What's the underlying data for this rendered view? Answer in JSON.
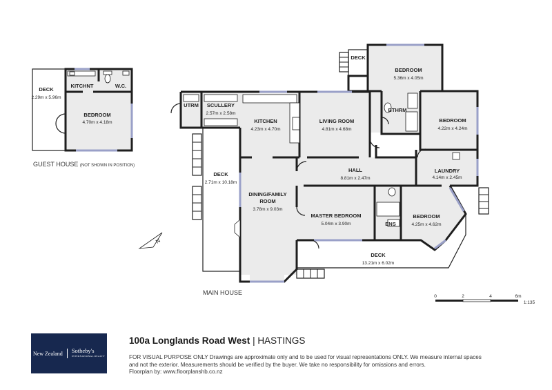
{
  "rooms": {
    "guest_deck": {
      "name": "DECK",
      "dim": "2.29m x 5.96m"
    },
    "guest_kitchnt": {
      "name": "KITCHNT"
    },
    "guest_wc": {
      "name": "W.C."
    },
    "guest_bedroom": {
      "name": "BEDROOM",
      "dim": "4.70m x 4.18m"
    },
    "utrm": {
      "name": "UTRM"
    },
    "scullery": {
      "name": "SCULLERY",
      "dim": "2.57m x 2.58m"
    },
    "kitchen": {
      "name": "KITCHEN",
      "dim": "4.23m x 4.70m"
    },
    "living": {
      "name": "LIVING ROOM",
      "dim": "4.81m x 4.68m"
    },
    "top_deck": {
      "name": "DECK"
    },
    "bedroom_top": {
      "name": "BEDROOM",
      "dim": "5.36m x 4.05m"
    },
    "bthrm": {
      "name": "BTHRM"
    },
    "bedroom_right": {
      "name": "BEDROOM",
      "dim": "4.22m x 4.24m"
    },
    "laundry": {
      "name": "LAUNDRY",
      "dim": "4.14m x 2.45m"
    },
    "hall": {
      "name": "HALL",
      "dim": "8.81m x 2.47m"
    },
    "deck_left": {
      "name": "DECK",
      "dim": "2.71m x 10.18m"
    },
    "dining_line1": {
      "name": "DINING/FAMILY"
    },
    "dining_line2": {
      "name": "ROOM",
      "dim": "3.78m x 9.03m"
    },
    "master": {
      "name": "MASTER BEDROOM",
      "dim": "5.04m x 3.90m"
    },
    "ens": {
      "name": "ENS"
    },
    "bedroom_bottom": {
      "name": "BEDROOM",
      "dim": "4.25m x 4.62m"
    },
    "deck_bottom": {
      "name": "DECK",
      "dim": "13.21m x 6.02m"
    }
  },
  "captions": {
    "guest_house": "GUEST HOUSE",
    "guest_note": "(NOT SHOWN IN POSITION)",
    "main_house": "MAIN HOUSE"
  },
  "scale": {
    "ticks": [
      "0",
      "2",
      "4",
      "6m"
    ],
    "ratio": "1:135"
  },
  "compass": {
    "label": "N"
  },
  "logo": {
    "region": "New Zealand",
    "brand": "Sotheby's",
    "sub": "INTERNATIONAL REALTY"
  },
  "address": {
    "street": "100a Longlands Road West",
    "separator": "|",
    "city": "HASTINGS"
  },
  "disclaimer": {
    "line1": "FOR VISUAL PURPOSE ONLY Drawings are approximate only and to be used for visual representations ONLY. We measure internal spaces",
    "line2": "and not the exterior. Measurements should be verified by the buyer. We take no responsibility for omissions and errors.",
    "line3": "Floorplan by: www.floorplanshb.co.nz"
  }
}
